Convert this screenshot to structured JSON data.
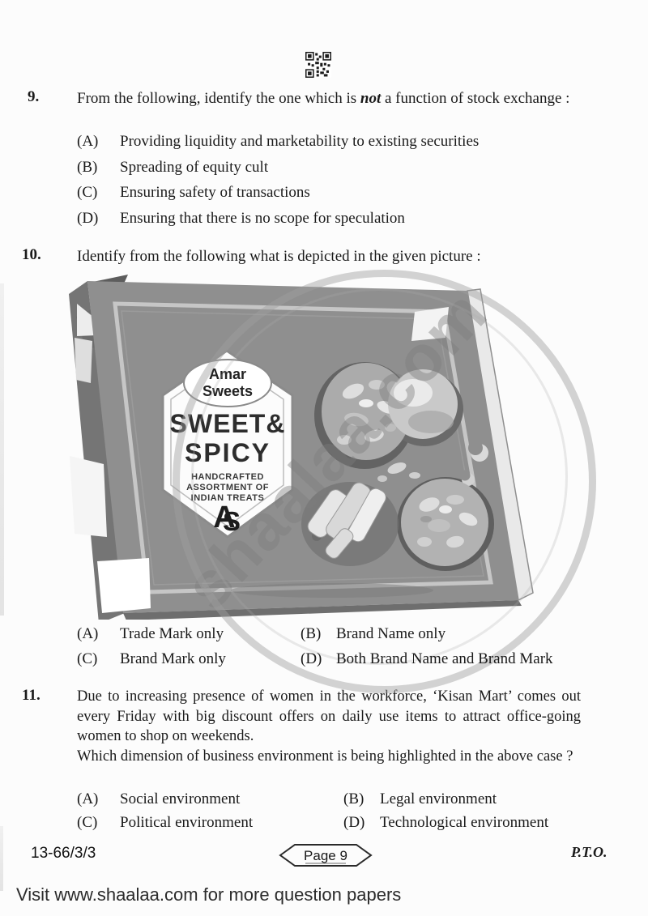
{
  "q9": {
    "number": "9.",
    "t1": "From the following, identify the one which is ",
    "bold": "not",
    "t2": " a function of stock exchange :",
    "options": [
      {
        "letter": "(A)",
        "text": "Providing liquidity and marketability to existing securities"
      },
      {
        "letter": "(B)",
        "text": "Spreading of equity cult"
      },
      {
        "letter": "(C)",
        "text": "Ensuring safety of transactions"
      },
      {
        "letter": "(D)",
        "text": "Ensuring that there is no scope for speculation"
      }
    ]
  },
  "q10": {
    "number": "10.",
    "text": "Identify from the following what is depicted in the given picture :",
    "figure": {
      "brand_line1": "Amar",
      "brand_line2": "Sweets",
      "title_line1": "SWEET&",
      "title_line2": "SPICY",
      "tagline1": "HANDCRAFTED",
      "tagline2": "ASSORTMENT OF",
      "tagline3": "INDIAN TREATS",
      "monogram_a": "A",
      "monogram_s": "S",
      "watermark": "shaalaa.com"
    },
    "options": [
      {
        "letter": "(A)",
        "text": "Trade Mark only"
      },
      {
        "letter": "(B)",
        "text": "Brand Name only"
      },
      {
        "letter": "(C)",
        "text": "Brand Mark only"
      },
      {
        "letter": "(D)",
        "text": "Both Brand Name and Brand Mark"
      }
    ]
  },
  "q11": {
    "number": "11.",
    "para1": "Due to increasing presence of women in the workforce, ‘Kisan Mart’ comes out every Friday with big discount offers on daily use items to attract office-going women to shop on weekends.",
    "para2": "Which dimension of business environment is being highlighted in the above case ?",
    "options": [
      {
        "letter": "(A)",
        "text": "Social environment"
      },
      {
        "letter": "(B)",
        "text": "Legal environment"
      },
      {
        "letter": "(C)",
        "text": "Political environment"
      },
      {
        "letter": "(D)",
        "text": "Technological environment"
      }
    ]
  },
  "footer": {
    "paper_code": "13-66/3/3",
    "page_label": "Page 9",
    "pto": "P.T.O."
  },
  "promo": {
    "text": "Visit www.shaalaa.com for more question papers"
  }
}
